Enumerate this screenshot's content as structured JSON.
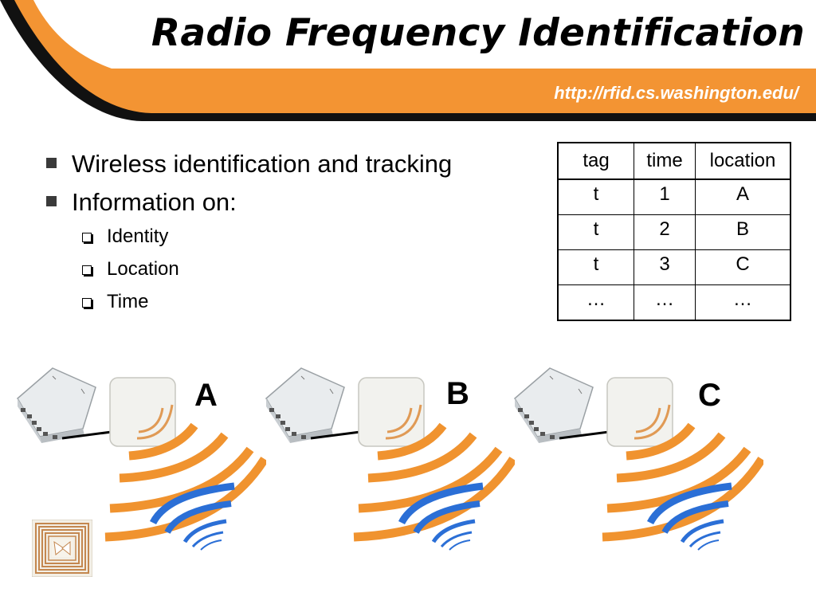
{
  "slide": {
    "title": "Radio Frequency Identification",
    "url": "http://rfid.cs.washington.edu/"
  },
  "bullets": [
    {
      "text": "Wireless identification and tracking",
      "subitems": []
    },
    {
      "text": "Information on:",
      "subitems": [
        "Identity",
        "Location",
        "Time"
      ]
    }
  ],
  "table": {
    "headers": [
      "tag",
      "time",
      "location"
    ],
    "rows": [
      [
        "t",
        "1",
        "A"
      ],
      [
        "t",
        "2",
        "B"
      ],
      [
        "t",
        "3",
        "C"
      ],
      [
        "…",
        "…",
        "…"
      ]
    ]
  },
  "readers": [
    {
      "label": "A"
    },
    {
      "label": "B"
    },
    {
      "label": "C"
    }
  ],
  "colors": {
    "accent_orange": "#F39433",
    "wave_orange": "#F0932F",
    "wave_blue": "#2B6FD6",
    "header_black": "#111111"
  },
  "icons": [
    "rfid-reader-icon",
    "antenna-icon",
    "signal-waves-icon",
    "rfid-tag-icon"
  ]
}
